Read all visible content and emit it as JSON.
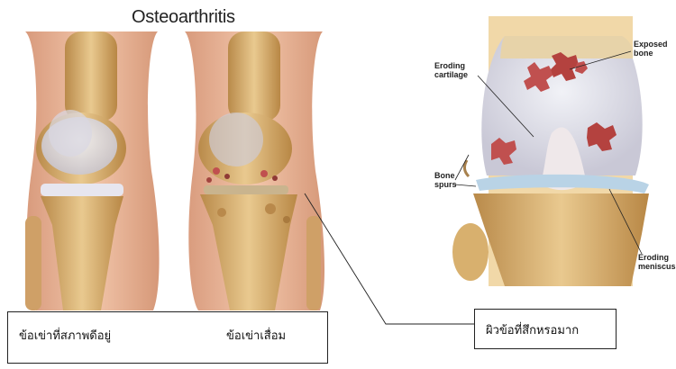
{
  "title": "Osteoarthritis",
  "labels": {
    "healthy_knee": "ข้อเข่าที่สภาพดีอยู่",
    "degenerated_knee": "ข้อเข่าเสื่อม",
    "worn_joint_surface": "ผิวข้อที่สึกหรอมาก"
  },
  "annotations": {
    "exposed_bone": [
      "Exposed",
      "bone"
    ],
    "eroding_cartilage": [
      "Eroding",
      "cartilage"
    ],
    "bone_spurs": [
      "Bone",
      "spurs"
    ],
    "eroding_meniscus": [
      "Eroding",
      "meniscus"
    ]
  },
  "colors": {
    "skin": "#e8b79a",
    "bone": "#dcb67a",
    "cartilage": "#dfe1ec",
    "lesion": "#c0504f",
    "meniscus": "#b9d3e6"
  }
}
